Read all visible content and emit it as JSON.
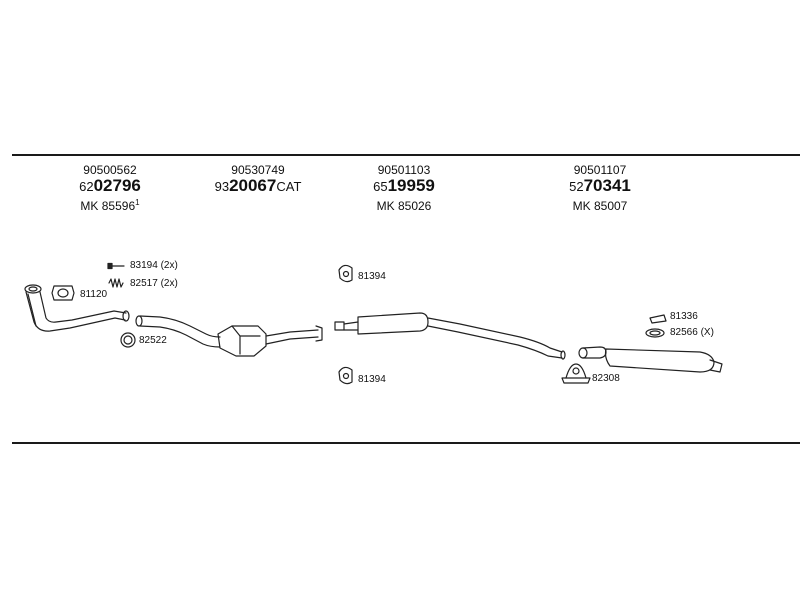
{
  "groups": [
    {
      "oe": "90500562",
      "prefix": "62",
      "bold": "02796",
      "suffix": "",
      "mk": "MK  85596",
      "mk_sup": "1"
    },
    {
      "oe": "90530749",
      "prefix": "93",
      "bold": "20067",
      "suffix": "CAT",
      "mk": "",
      "mk_sup": ""
    },
    {
      "oe": "90501103",
      "prefix": "65",
      "bold": "19959",
      "suffix": "",
      "mk": "MK  85026",
      "mk_sup": ""
    },
    {
      "oe": "90501107",
      "prefix": "52",
      "bold": "70341",
      "suffix": "",
      "mk": "MK  85007",
      "mk_sup": ""
    }
  ],
  "labels": {
    "p83194": "83194 (2x)",
    "p82517": "82517 (2x)",
    "p81120": "81120",
    "p82522": "82522",
    "p81394_top": "81394",
    "p81394_bottom": "81394",
    "p81336": "81336",
    "p82566": "82566 (X)",
    "p82308": "82308"
  },
  "icons": {
    "bolt": "bolt-icon",
    "spring": "spring-icon",
    "gasket": "gasket-icon",
    "ring": "seal-ring-icon",
    "hanger": "rubber-hanger-icon",
    "clamp": "pipe-clamp-icon"
  }
}
